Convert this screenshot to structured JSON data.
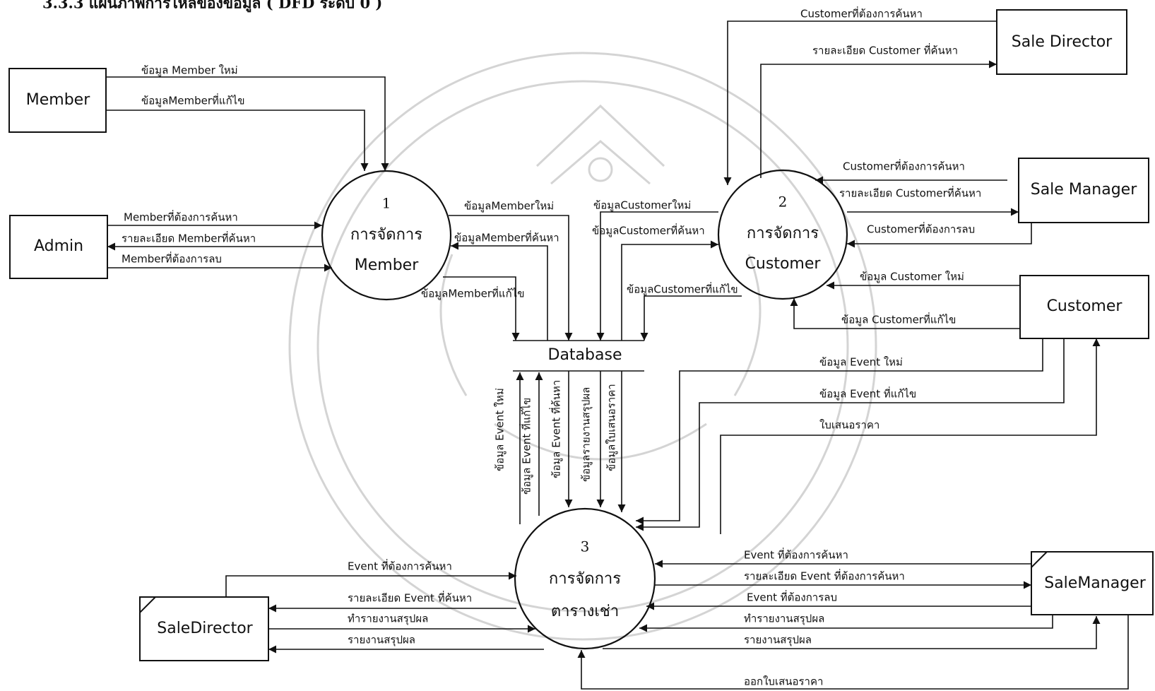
{
  "title": "3.3.3 แผนภาพการไหลของข้อมูล ( DFD ระดับ 0 )",
  "entities": {
    "member": "Member",
    "admin": "Admin",
    "sale_director_top": "Sale Director",
    "sale_manager_top": "Sale Manager",
    "customer": "Customer",
    "sale_director_bottom": "SaleDirector",
    "sale_manager_bottom": "SaleManager"
  },
  "processes": {
    "p1": {
      "number": "1",
      "line1": "การจัดการ",
      "line2": "Member"
    },
    "p2": {
      "number": "2",
      "line1": "การจัดการ",
      "line2": "Customer"
    },
    "p3": {
      "number": "3",
      "line1": "การจัดการ",
      "line2": "ตารางเช่า"
    }
  },
  "datastore": "Database",
  "flows": {
    "member_new": "ข้อมูล Member ใหม่",
    "member_edit": "ข้อมูลMemberที่แก้ไข",
    "admin_search": "Memberที่ต้องการค้นหา",
    "admin_detail": "รายละเอียด Memberที่ค้นหา",
    "admin_delete": "Memberที่ต้องการลบ",
    "db_member_new": "ข้อมูลMemberใหม่",
    "db_member_found": "ข้อมูลMemberที่ค้นหา",
    "db_member_edit": "ข้อมูลMemberที่แก้ไข",
    "db_customer_new": "ข้อมูลCustomerใหม่",
    "db_customer_found": "ข้อมูลCustomerที่ค้นหา",
    "db_customer_edit": "ข้อมูลCustomerที่แก้ไข",
    "sd_customer_search": "Customerที่ต้องการค้นหา",
    "sd_customer_detail": "รายละเอียด Customer ที่ค้นหา",
    "sm_customer_search": "Customerที่ต้องการค้นหา",
    "sm_customer_detail": "รายละเอียด Customerที่ค้นหา",
    "sm_customer_delete": "Customerที่ต้องการลบ",
    "cust_new": "ข้อมูล Customer ใหม่",
    "cust_edit": "ข้อมูล Customerที่แก้ไข",
    "cust_event_new": "ข้อมูล Event ใหม่",
    "cust_event_edit": "ข้อมูล Event ที่แก้ไข",
    "cust_quote": "ใบเสนอราคา",
    "v_event_new": "ข้อมูล Event ใหม่",
    "v_event_edit": "ข้อมูล Event ที่แก้ไข",
    "v_event_found": "ข้อมูล Event ที่ค้นหา",
    "v_report": "ข้อมูลรายงานสรุปผล",
    "v_quote": "ข้อมูลใบเสนอราคา",
    "sd_event_search": "Event ที่ต้องการค้นหา",
    "sd_event_detail": "รายละเอียด Event ที่ค้นหา",
    "sd_make_report": "ทำรายงานสรุปผล",
    "sd_report": "รายงานสรุปผล",
    "sm_event_search": "Event ที่ต้องการค้นหา",
    "sm_event_detail": "รายละเอียด Event ที่ต้องการค้นหา",
    "sm_event_delete": "Event ที่ต้องการลบ",
    "sm_make_report": "ทำรายงานสรุปผล",
    "sm_report": "รายงานสรุปผล",
    "issue_quote": "ออกใบเสนอราคา"
  },
  "colors": {
    "line": "#111111",
    "watermark": "#d4d4d4"
  }
}
